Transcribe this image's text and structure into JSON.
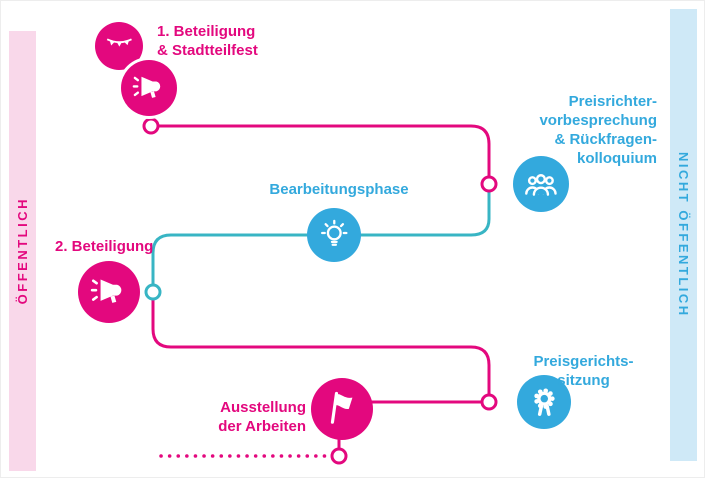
{
  "palette": {
    "pink": "#e3087e",
    "pink-light": "#f9d8ea",
    "blue": "#33a9dd",
    "blue-light": "#cfe9f7",
    "teal": "#38b5c4"
  },
  "sidebars": {
    "left": {
      "label": "ÖFFENTLICH"
    },
    "right": {
      "label": "NICHT ÖFFENTLICH"
    }
  },
  "nodes": {
    "beteiligung1": {
      "lines": [
        "1. Beteiligung",
        "& Stadtteilfest"
      ]
    },
    "preisrichter": {
      "lines": [
        "Preisrichter-",
        "vorbesprechung",
        "& Rückfragen-",
        "kolloquium"
      ]
    },
    "bearbeitungsphase": {
      "lines": [
        "Bearbeitungsphase"
      ]
    },
    "beteiligung2": {
      "lines": [
        "2. Beteiligung"
      ]
    },
    "preisgericht": {
      "lines": [
        "Preisgerichts-",
        "sitzung"
      ]
    },
    "ausstellung": {
      "lines": [
        "Ausstellung",
        "der Arbeiten"
      ]
    }
  },
  "icons": {
    "pennant": "pennant-banner-icon",
    "megaphone": "megaphone-icon",
    "jury": "jury-people-icon",
    "idea": "lightbulb-icon",
    "award": "award-rosette-icon",
    "exhibition": "flag-icon"
  }
}
